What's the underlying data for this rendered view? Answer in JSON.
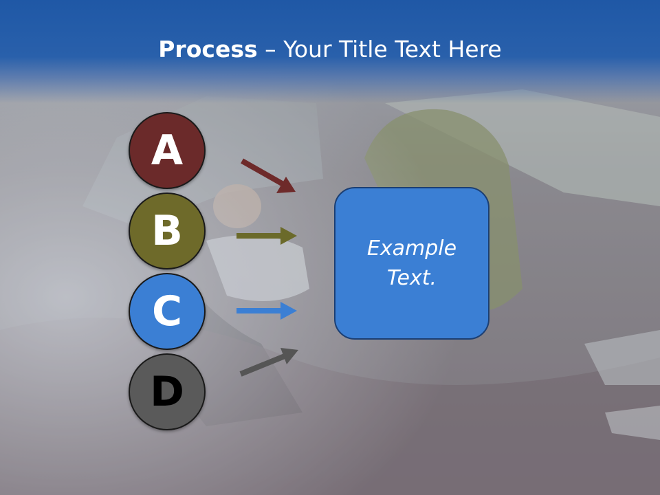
{
  "title": {
    "bold": "Process",
    "rest": " – Your Title Text Here"
  },
  "steps": [
    {
      "letter": "A",
      "color": "#6b2a2a",
      "arrow_color": "#6e2a2a"
    },
    {
      "letter": "B",
      "color": "#6e6a2a",
      "arrow_color": "#6b6a2a"
    },
    {
      "letter": "C",
      "color": "#3b7fd4",
      "arrow_color": "#3b7fd4"
    },
    {
      "letter": "D",
      "color": "#5a5a5a",
      "arrow_color": "#555555"
    }
  ],
  "target": {
    "text": "Example Text.",
    "color": "#3b7fd4"
  },
  "background": {
    "description_icon": "photo-hiker-resting"
  }
}
